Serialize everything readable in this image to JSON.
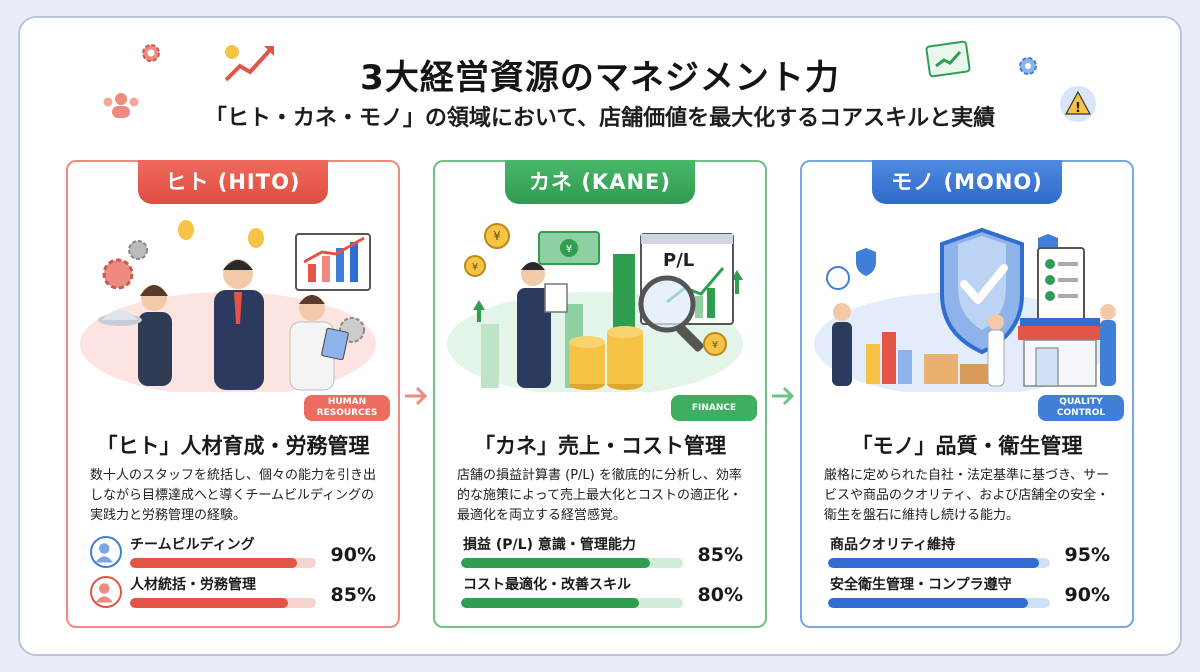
{
  "header": {
    "title": "3大経営資源のマネジメント力",
    "subtitle": "「ヒト・カネ・モノ」の領域において、店舗価値を最大化するコアスキルと実績"
  },
  "colors": {
    "hito": "#e45446",
    "kane": "#2f9e50",
    "mono": "#2f6ed0"
  },
  "cards": [
    {
      "ribbon": "ヒト (HITO)",
      "tag_line1": "HUMAN",
      "tag_line2": "RESOURCES",
      "title": "「ヒト」人材育成・労務管理",
      "desc": "数十人のスタッフを統括し、個々の能力を引き出しながら目標達成へと導くチームビルディングの実践力と労務管理の経験。",
      "skills": [
        {
          "label": "チームビルディング",
          "pct": "90%",
          "level": 0.9
        },
        {
          "label": "人材統括・労務管理",
          "pct": "85%",
          "level": 0.85
        }
      ]
    },
    {
      "ribbon": "カネ (KANE)",
      "tag_line1": "FINANCE",
      "tag_line2": "",
      "title": "「カネ」売上・コスト管理",
      "desc": "店舗の損益計算書 (P/L) を徹底的に分析し、効率的な施策によって売上最大化とコストの適正化・最適化を両立する経営感覚。",
      "illus_label": "P/L",
      "skills": [
        {
          "label": "損益 (P/L) 意識・管理能力",
          "pct": "85%",
          "level": 0.85
        },
        {
          "label": "コスト最適化・改善スキル",
          "pct": "80%",
          "level": 0.8
        }
      ]
    },
    {
      "ribbon": "モノ (MONO)",
      "tag_line1": "QUALITY",
      "tag_line2": "CONTROL",
      "title": "「モノ」品質・衛生管理",
      "desc": "厳格に定められた自社・法定基準に基づき、サービスや商品のクオリティ、および店舗全の安全・衛生を盤石に維持し続ける能力。",
      "skills": [
        {
          "label": "商品クオリティ維持",
          "pct": "95%",
          "level": 0.95
        },
        {
          "label": "安全衛生管理・コンプラ遵守",
          "pct": "90%",
          "level": 0.9
        }
      ]
    }
  ]
}
